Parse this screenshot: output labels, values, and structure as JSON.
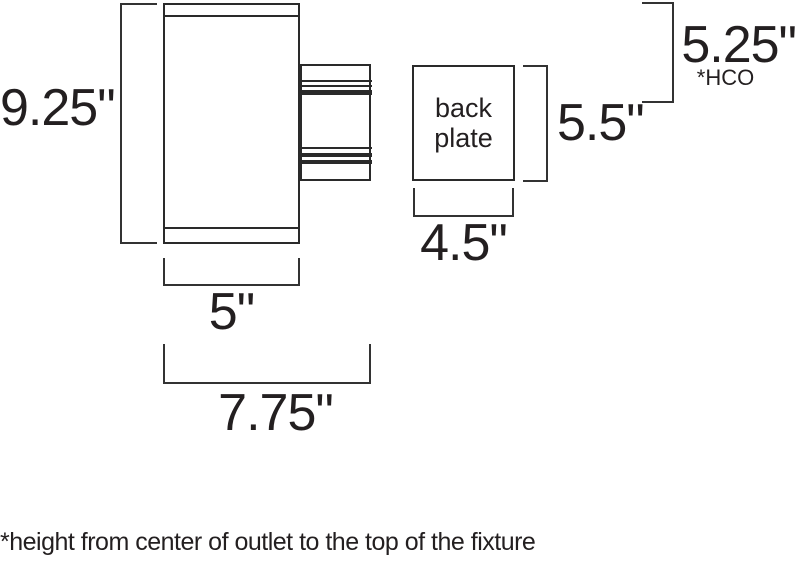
{
  "diagram": {
    "title": "wall sconce fixture dimension drawing",
    "fixture": {
      "backplate_label_line1": "back",
      "backplate_label_line2": "plate"
    },
    "dimensions": {
      "overall_height": "9.25\"",
      "body_width": "5\"",
      "overall_depth": "7.75\"",
      "backplate_width": "4.5\"",
      "backplate_height": "5.5\"",
      "hco_height": "5.25\"",
      "hco_abbr": "*HCO"
    },
    "footnote": "*height from center of outlet to the top of the fixture",
    "colors": {
      "line": "#2a2a2a",
      "text": "#231f20",
      "background": "#ffffff"
    }
  }
}
